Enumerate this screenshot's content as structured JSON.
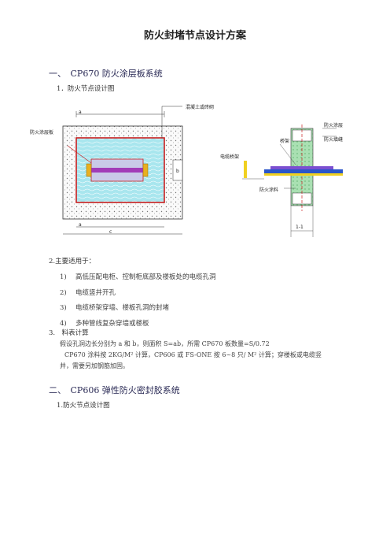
{
  "title": "防火封堵节点设计方案",
  "section1": {
    "heading": "一、　CP670 防火涂层板系统",
    "sub1": "1．防火节点设计图",
    "diagram": {
      "left_labels": {
        "coating_board": "防火涂层板",
        "concrete_wall": "混凝土或砖砌",
        "dim_a": "a",
        "dim_b": "b",
        "dim_c": "c"
      },
      "right_labels": {
        "bridge": "桥架",
        "coating_board": "防火涂层板",
        "fire_sealant": "防火填缝胶",
        "cable_tray": "电缆桥架",
        "fire_coating": "防火涂料",
        "section": "1-1"
      }
    },
    "sub2": "2.主要适用于：",
    "list": [
      {
        "num": "1)",
        "text": "高低压配电柜、控制柜底部及楼板处的电缆孔洞"
      },
      {
        "num": "2)",
        "text": "电缆竖井开孔"
      },
      {
        "num": "3)",
        "text": "电缆桥架穿墙、楼板孔洞的封堵"
      },
      {
        "num": "4)",
        "text": "多种管线复杂穿墙或楼板"
      }
    ],
    "sub3": "3.　料表计算",
    "calc1": "假设孔洞边长分别为 a 和 b，则面积 S=ab，所需 CP670 板数量=S/0.72",
    "calc2": "CP670 涂料按 2KG/M² 计算，CP606 或 FS-ONE 按 6~8 只/ M² 计算；穿楼板或电缆竖",
    "calc3": "井，需要另加钢筋加固。"
  },
  "section2": {
    "heading": "二、　CP606 弹性防火密封胶系统",
    "sub1": "1.防火节点设计图"
  }
}
